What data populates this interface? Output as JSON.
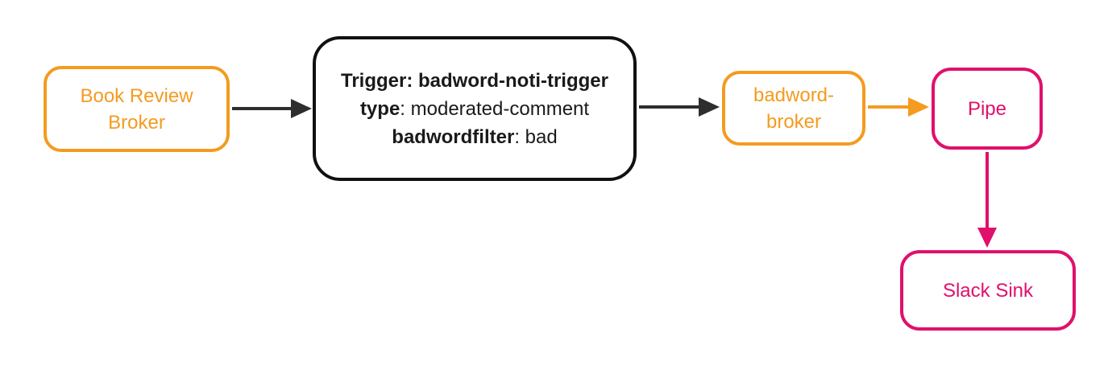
{
  "nodes": {
    "book_review_broker": {
      "label": "Book Review Broker"
    },
    "trigger": {
      "line1": "Trigger: badword-noti-trigger",
      "line2_key": "type",
      "line2_value": ": moderated-comment",
      "line3_key": "badwordfilter",
      "line3_value": ": bad"
    },
    "badword_broker": {
      "label": "badword-broker"
    },
    "pipe": {
      "label": "Pipe"
    },
    "slack_sink": {
      "label": "Slack Sink"
    }
  },
  "edges": [
    {
      "from": "book_review_broker",
      "to": "trigger",
      "color": "dark"
    },
    {
      "from": "trigger",
      "to": "badword_broker",
      "color": "dark"
    },
    {
      "from": "badword_broker",
      "to": "pipe",
      "color": "orange"
    },
    {
      "from": "pipe",
      "to": "slack_sink",
      "color": "pink"
    }
  ],
  "colors": {
    "orange": "#F49B20",
    "pink": "#E0106C",
    "black": "#111111",
    "arrow-dark": "#2E2E2E"
  }
}
